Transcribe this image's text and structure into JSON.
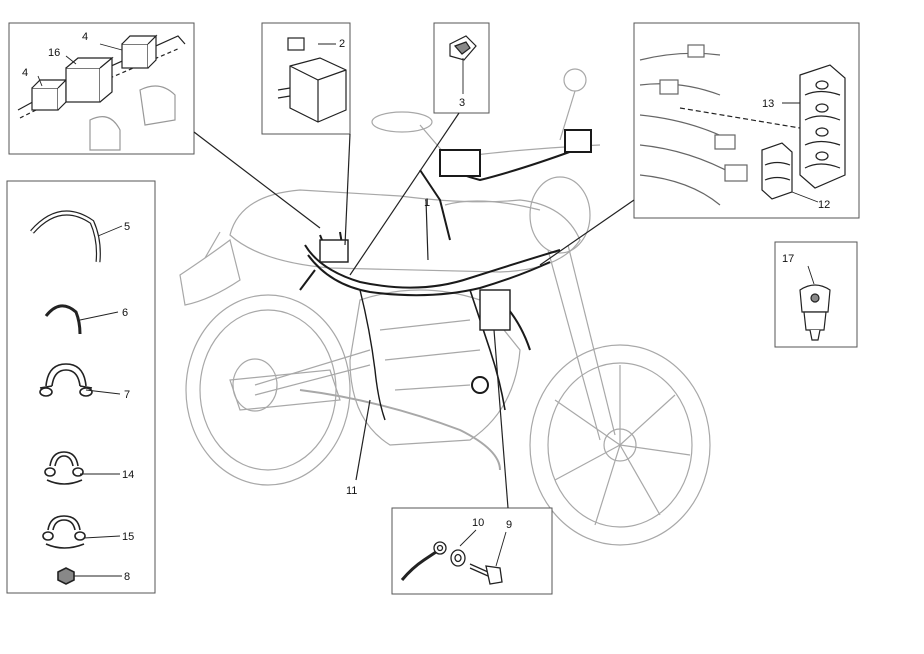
{
  "callouts": {
    "c1": "1",
    "c2": "2",
    "c3": "3",
    "c4a": "4",
    "c4b": "4",
    "c5": "5",
    "c6": "6",
    "c7": "7",
    "c8": "8",
    "c9": "9",
    "c10": "10",
    "c11": "11",
    "c12": "12",
    "c13": "13",
    "c14": "14",
    "c15": "15",
    "c16": "16",
    "c17": "17"
  },
  "colors": {
    "line": "#222222",
    "faint": "#9a9a9a",
    "frame": "#555555"
  }
}
